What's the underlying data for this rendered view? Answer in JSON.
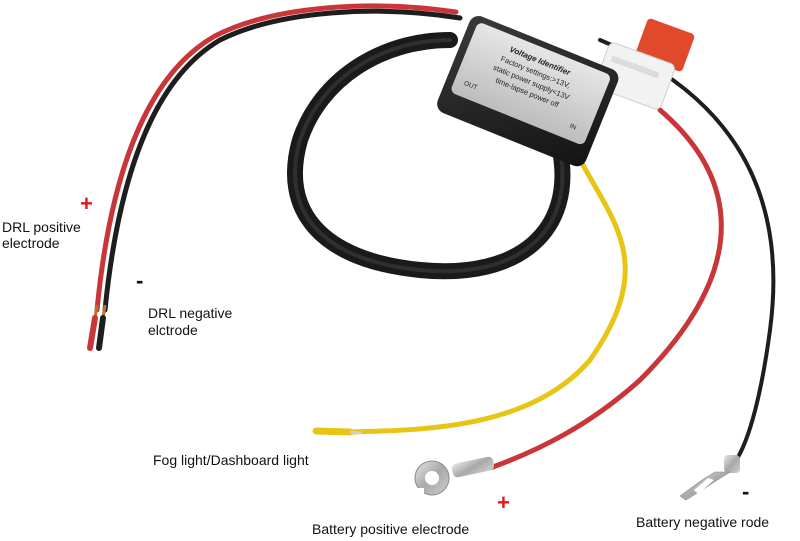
{
  "module": {
    "title": "Voltage Identifier",
    "line1": "Factory settings:>13V,",
    "line2": "static power supply<13V",
    "line3": "time-lapse power off",
    "out_label": "OUT",
    "in_label": "IN"
  },
  "labels": {
    "drl_positive": [
      "DRL positive",
      "electrode"
    ],
    "drl_negative": [
      "DRL negative",
      "elctrode"
    ],
    "fog_light": "Fog light/Dashboard light",
    "battery_positive": "Battery positive electrode",
    "battery_negative": "Battery negative rode"
  },
  "signs": {
    "drl_positive": "+",
    "drl_negative": "-",
    "battery_positive": "+",
    "battery_negative": "-"
  },
  "colors": {
    "red_wire": "#c8363a",
    "black_wire": "#1e1e1e",
    "yellow_wire": "#e8c414",
    "module_body": "#2a2a2a",
    "label_face": "#d8d8d8",
    "fuse": "#e04a2a",
    "plus_sign": "#e01818"
  }
}
